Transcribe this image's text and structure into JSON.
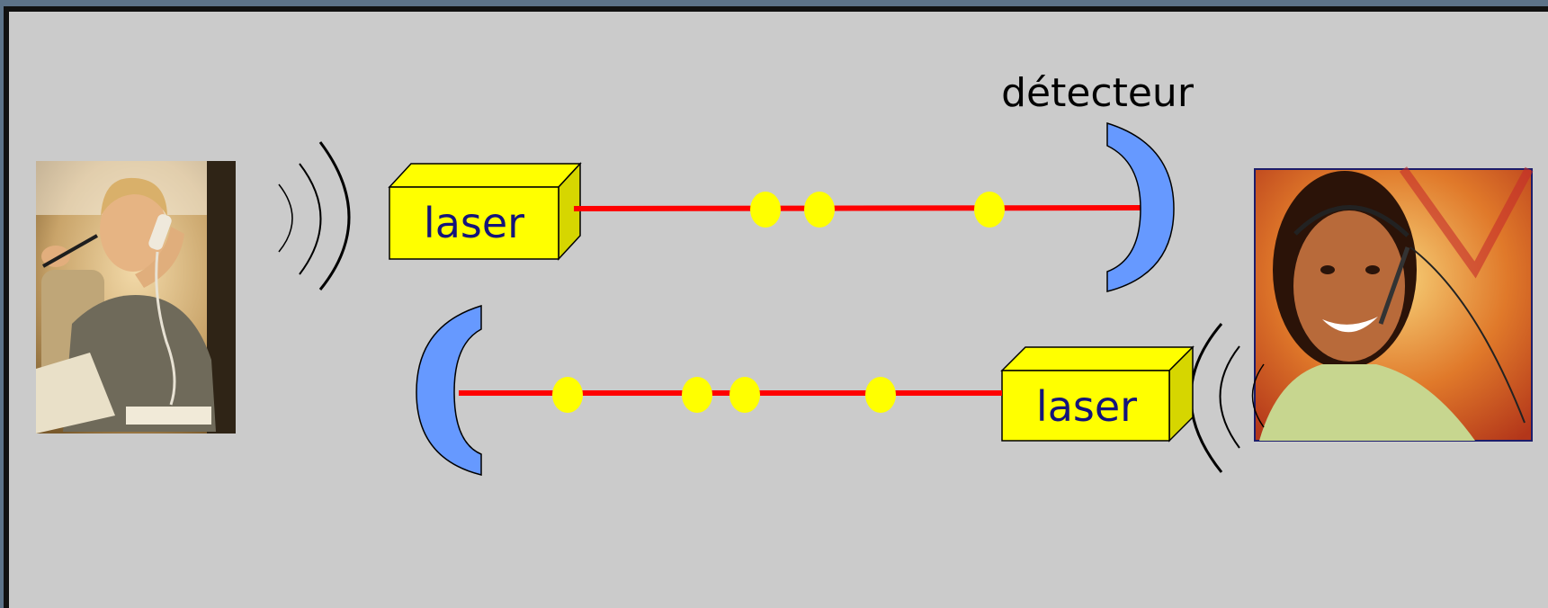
{
  "diagram": {
    "top_laser_label": "laser",
    "bottom_laser_label": "laser",
    "detector_label": "détecteur"
  },
  "colors": {
    "background": "#cbcbcb",
    "laser_box": "#ffff00",
    "laser_text": "#14147a",
    "beam": "#ff0000",
    "photon": "#ffff00",
    "detector": "#6699ff"
  },
  "icons": {
    "left_person": "man-on-phone-photo",
    "right_person": "woman-with-headset-photo",
    "sound_waves": "sound-wave-arcs"
  }
}
